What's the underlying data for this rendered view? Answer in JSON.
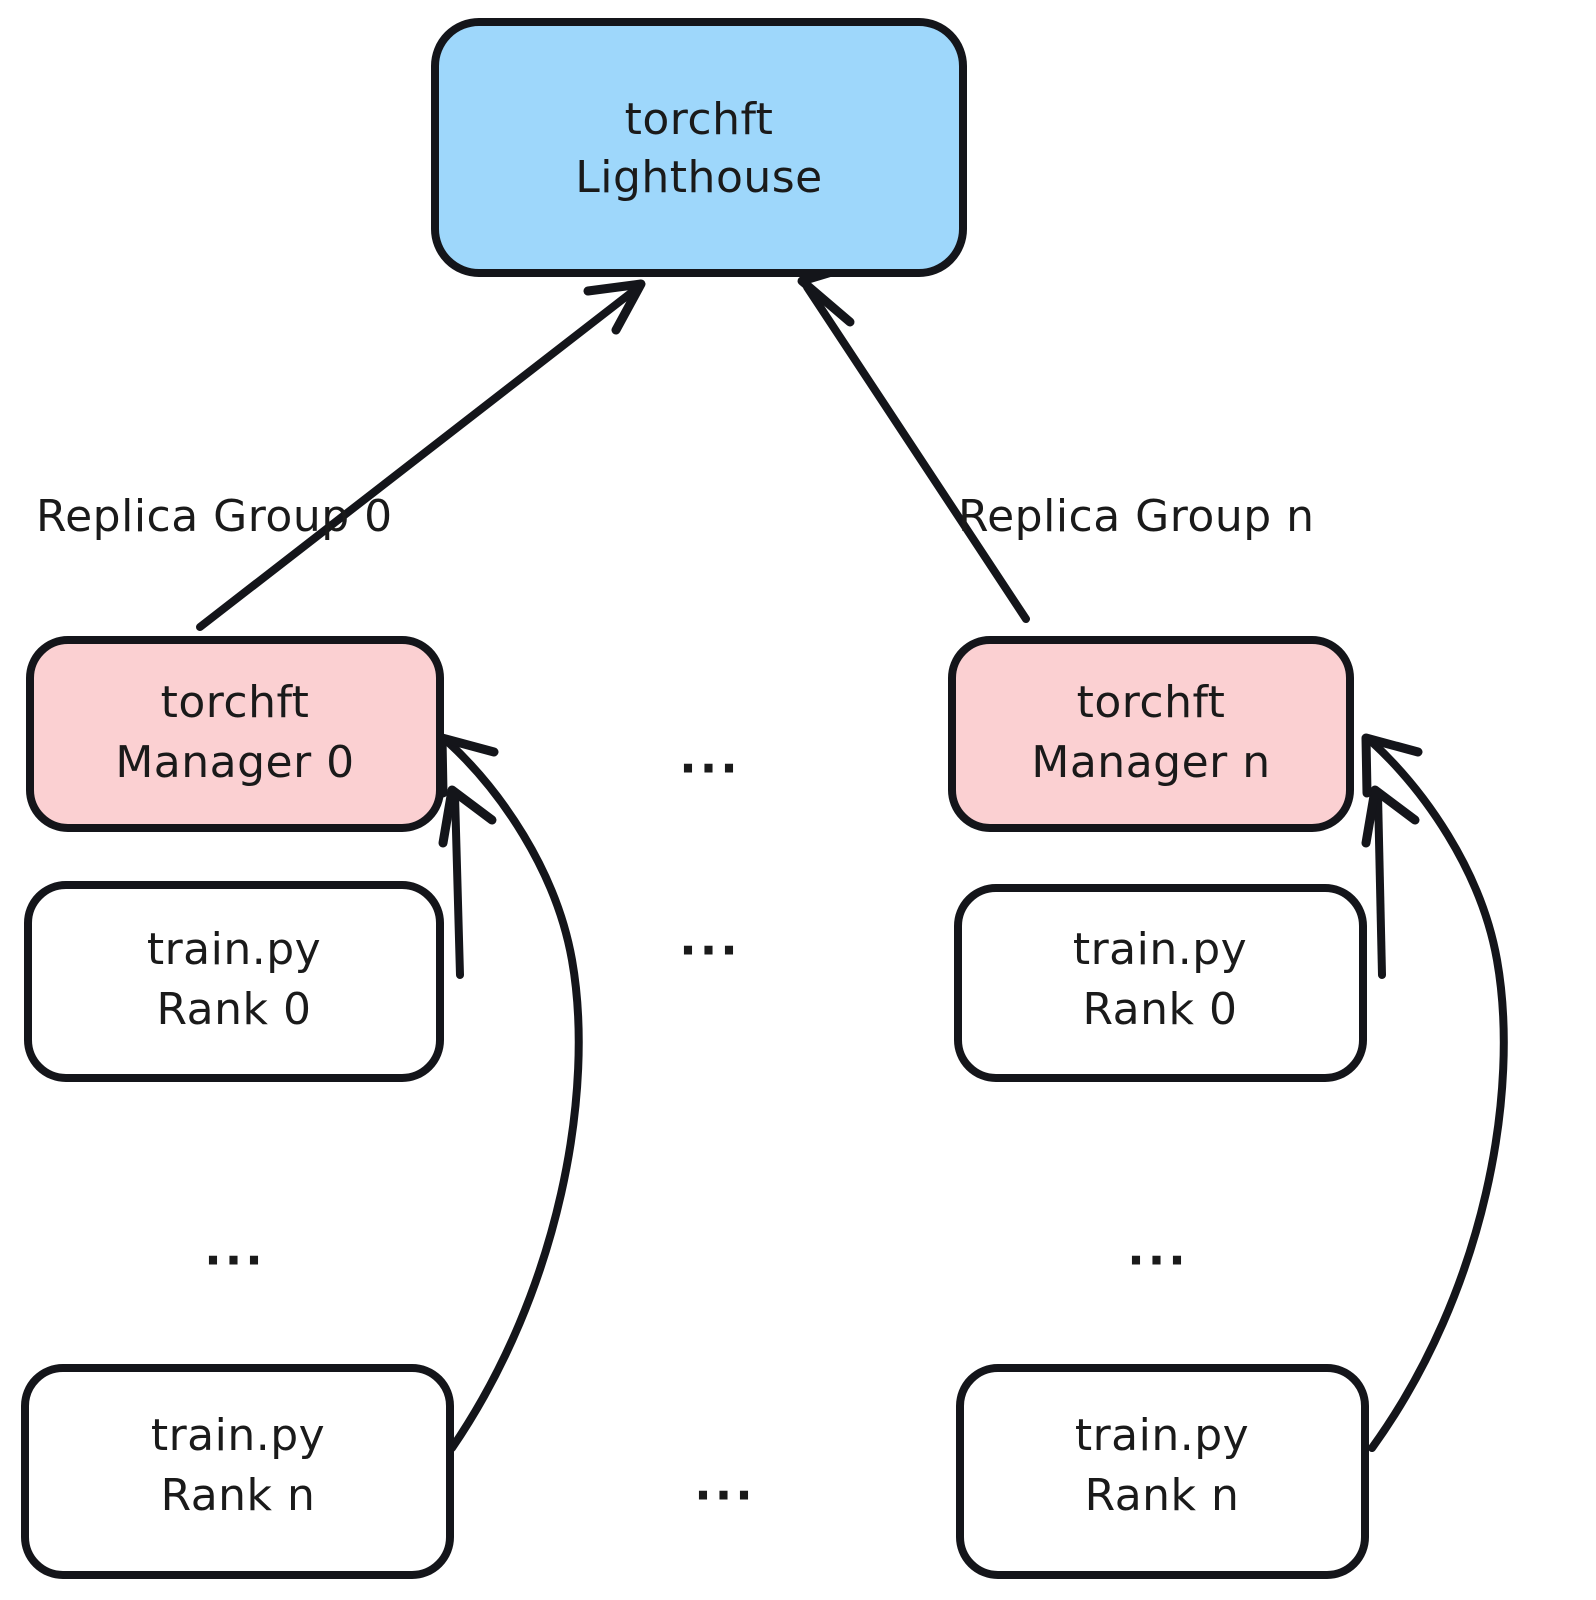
{
  "diagram": {
    "title": "torchft Lighthouse / Manager / train.py architecture",
    "background_color": "#ffffff",
    "stroke_color": "#14151a",
    "colors": {
      "lighthouse_fill": "#9ed7fb",
      "manager_fill": "#fbd0d2",
      "worker_fill": "#ffffff",
      "stroke": "#14151a",
      "text": "#1a1a1a"
    },
    "nodes": {
      "lighthouse": {
        "line1": "torchft",
        "line2": "Lighthouse",
        "fill": "#9ed7fb"
      },
      "manager_0": {
        "line1": "torchft",
        "line2": "Manager 0",
        "fill": "#fbd0d2"
      },
      "manager_n": {
        "line1": "torchft",
        "line2": "Manager n",
        "fill": "#fbd0d2"
      },
      "worker_left_rank0": {
        "line1": "train.py",
        "line2": "Rank 0",
        "fill": "#ffffff"
      },
      "worker_left_rankn": {
        "line1": "train.py",
        "line2": "Rank n",
        "fill": "#ffffff"
      },
      "worker_right_rank0": {
        "line1": "train.py",
        "line2": "Rank 0",
        "fill": "#ffffff"
      },
      "worker_right_rankn": {
        "line1": "train.py",
        "line2": "Rank n",
        "fill": "#ffffff"
      }
    },
    "group_labels": {
      "left": "Replica Group 0",
      "right": "Replica Group n"
    },
    "ellipses": {
      "between_managers": "...",
      "between_workers_top": "...",
      "left_column": "...",
      "right_column": "...",
      "bottom_center": "..."
    }
  }
}
